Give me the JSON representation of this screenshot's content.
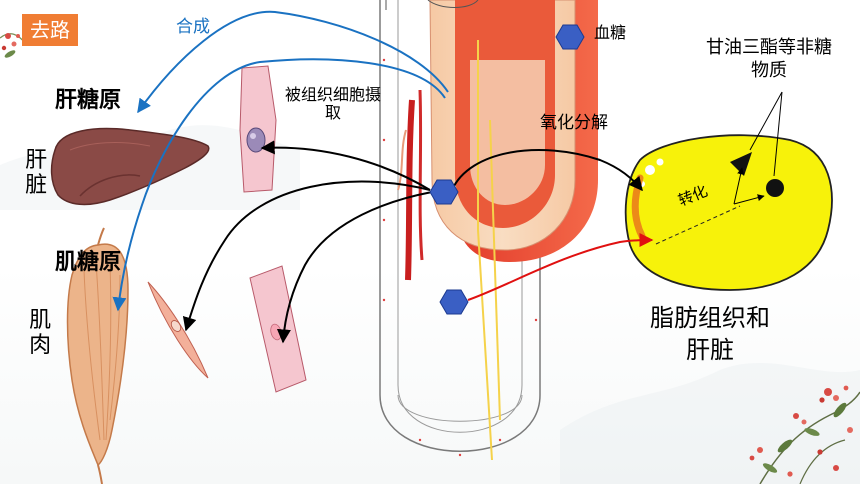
{
  "badge": "去路",
  "labels": {
    "synthesis": "合成",
    "liver_glycogen": "肝糖原",
    "liver": "肝脏",
    "muscle_glycogen": "肌糖原",
    "muscle": "肌肉",
    "tissue_uptake": "被组织细胞摄取",
    "blood_sugar": "血糖",
    "oxidation": "氧化分解",
    "non_sugar": "甘油三酯等非糖物质",
    "conversion": "转化",
    "fat_and_liver": "脂肪组织和肝脏"
  },
  "colors": {
    "badge": "#f07d33",
    "synthesis_arrow": "#1a72c2",
    "glucose_hexagon": "#3a5fc4",
    "conversion_arrow": "#e01010",
    "fat_cell": "#f7f20a"
  }
}
